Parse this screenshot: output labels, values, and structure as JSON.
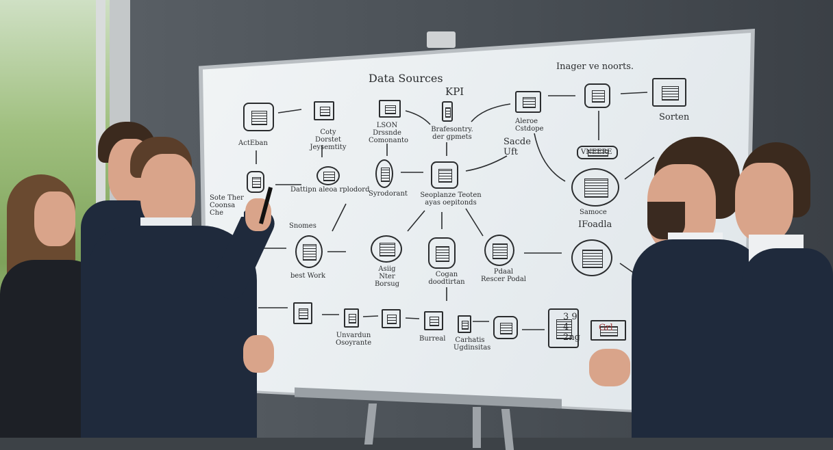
{
  "scene": {
    "description_tags": [
      "whiteboard",
      "business-meeting",
      "flowchart"
    ],
    "colors": {
      "suit": "#1f2a3c",
      "board": "#eef2f4",
      "wall": "#4a5056",
      "marker": "#2a2c2e"
    }
  },
  "whiteboard": {
    "title": "Data Sources",
    "kpi": "KPI",
    "top_right": "Inager ve noorts.",
    "labels": [
      "ActEban",
      "Coty Dorstet Jeysemtity",
      "LSON Drssnde Comonanto",
      "Brafesontry. der gpmets",
      "Aleroe Cstdope",
      "Sorten",
      "Sacde Uft",
      "VNEERE",
      "Samoce",
      "IFoadla",
      "Sote Ther Coonsa Che",
      "Dattipn aleoa rplodord",
      "Syrodorant",
      "Seoplanze Teoten ayas oepitonds",
      "Snomes",
      "best Work",
      "Asiig Nter Borsug",
      "Cogan doodtirtan",
      "Pdaal Rescer Podal",
      "Unvardun Osoyrante",
      "Burreal",
      "Carhatis Ugdinsitas",
      "3 9 4 2ng",
      "Grl"
    ]
  }
}
